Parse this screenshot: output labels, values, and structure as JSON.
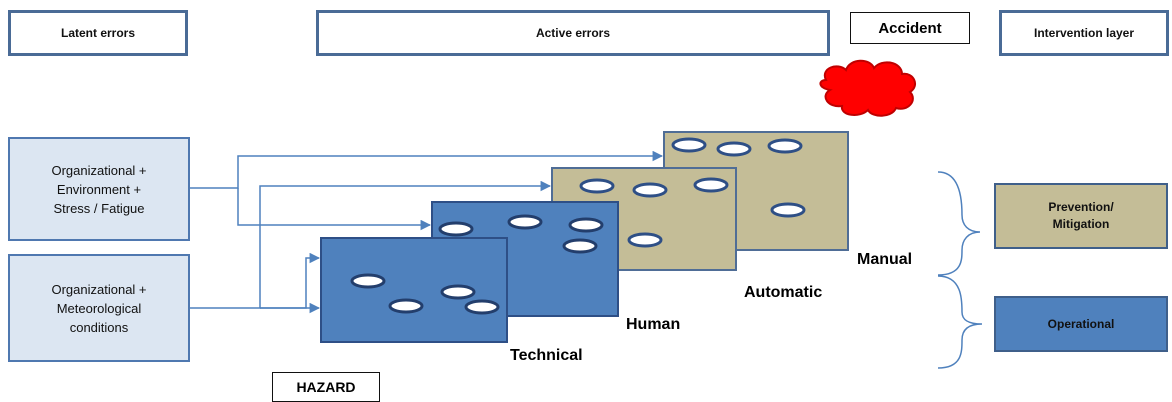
{
  "headers": {
    "latent": "Latent errors",
    "active": "Active errors",
    "accident": "Accident",
    "intervention": "Intervention layer"
  },
  "causes": {
    "upper": "Organizational   +\nEnvironment  +\nStress / Fatigue",
    "lower": "Organizational +\nMeteorological\nconditions"
  },
  "layers": {
    "technical": "Technical",
    "human": "Human",
    "automatic": "Automatic",
    "manual": "Manual"
  },
  "interventions": {
    "prevention": "Prevention/\nMitigation",
    "operational": "Operational"
  },
  "hazard": "HAZARD",
  "colors": {
    "dark_layer": "#4f81bd",
    "tan_layer": "#c4bd97",
    "accident_cloud": "#ff0000",
    "box_border": "#4a6b96",
    "cause_fill": "#dce6f2"
  }
}
